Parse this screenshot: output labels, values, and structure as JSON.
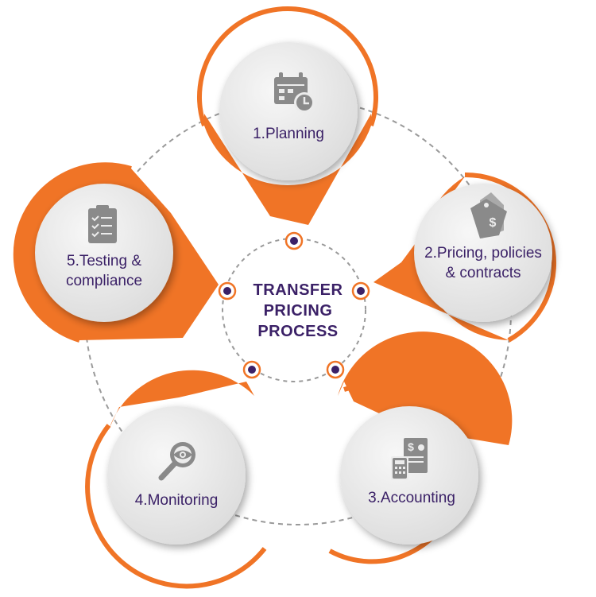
{
  "colors": {
    "accent": "#f07426",
    "text": "#3b2167",
    "circle": "#e9e9e9",
    "icon": "#8a8a8a"
  },
  "center": {
    "lines": [
      "TRANSFER",
      "PRICING",
      "PROCESS"
    ]
  },
  "steps": [
    {
      "label": "1.Planning",
      "icon": "calendar-clock-icon"
    },
    {
      "label": "2.Pricing, policies & contracts",
      "icon": "price-tags-icon"
    },
    {
      "label": "3.Accounting",
      "icon": "invoice-calculator-icon"
    },
    {
      "label": "4.Monitoring",
      "icon": "magnifier-eye-icon"
    },
    {
      "label": "5.Testing & compliance",
      "icon": "checklist-clipboard-icon"
    }
  ]
}
